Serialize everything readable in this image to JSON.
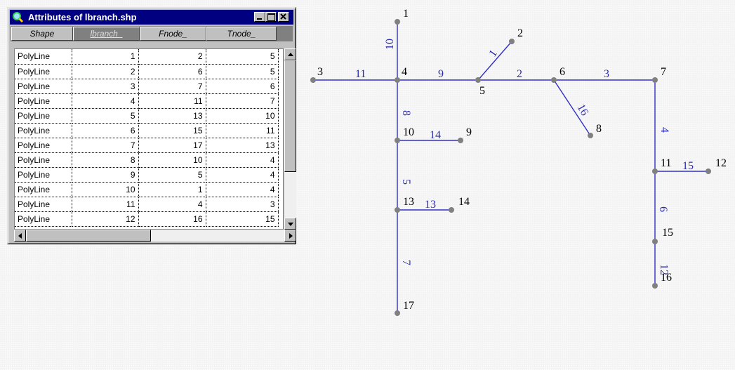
{
  "window": {
    "title": "Attributes of lbranch.shp",
    "columns": [
      "Shape",
      "lbranch_",
      "Fnode_",
      "Tnode_"
    ],
    "selected_column": "lbranch_",
    "rows": [
      [
        "PolyLine",
        "1",
        "2",
        "5"
      ],
      [
        "PolyLine",
        "2",
        "6",
        "5"
      ],
      [
        "PolyLine",
        "3",
        "7",
        "6"
      ],
      [
        "PolyLine",
        "4",
        "11",
        "7"
      ],
      [
        "PolyLine",
        "5",
        "13",
        "10"
      ],
      [
        "PolyLine",
        "6",
        "15",
        "11"
      ],
      [
        "PolyLine",
        "7",
        "17",
        "13"
      ],
      [
        "PolyLine",
        "8",
        "10",
        "4"
      ],
      [
        "PolyLine",
        "9",
        "5",
        "4"
      ],
      [
        "PolyLine",
        "10",
        "1",
        "4"
      ],
      [
        "PolyLine",
        "11",
        "4",
        "3"
      ],
      [
        "PolyLine",
        "12",
        "16",
        "15"
      ]
    ]
  },
  "map": {
    "line_color": "#3030c8",
    "node_color": "#808080",
    "nodes": [
      "1",
      "2",
      "3",
      "4",
      "5",
      "6",
      "7",
      "8",
      "9",
      "10",
      "11",
      "12",
      "13",
      "14",
      "15",
      "16",
      "17"
    ],
    "edge_labels": [
      "1",
      "2",
      "3",
      "4",
      "5",
      "6",
      "7",
      "8",
      "9",
      "10",
      "11",
      "12",
      "13",
      "14",
      "15",
      "16"
    ]
  }
}
